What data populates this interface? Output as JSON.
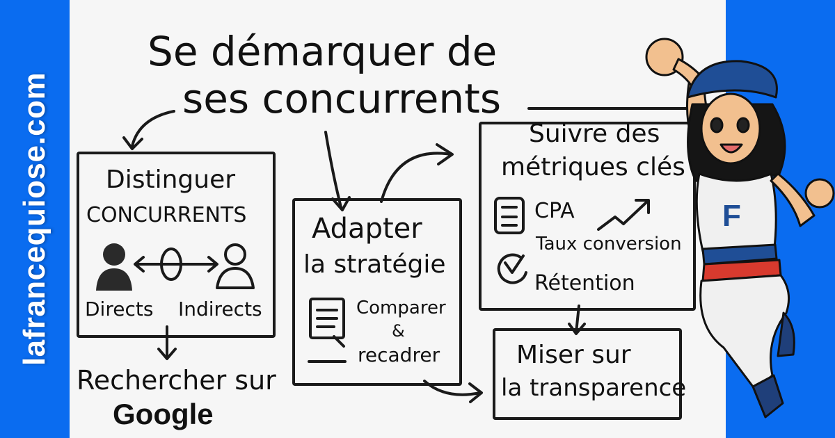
{
  "brand": {
    "text": "lafrancequiose.com",
    "color": "#0a6cf0"
  },
  "title": {
    "line1": "Se démarquer de",
    "line2": "ses concurrents"
  },
  "boxes": {
    "distinguer": {
      "title": "Distinguer",
      "subtitle": "CONCURRENTS",
      "left_label": "Directs",
      "right_label": "Indirects"
    },
    "rechercher": {
      "line1": "Rechercher sur",
      "line2": "Google"
    },
    "adapter": {
      "line1": "Adapter",
      "line2": "la stratégie",
      "item1": "Comparer",
      "item2": "&",
      "item3": "recadrer"
    },
    "metriques": {
      "line1": "Suivre des",
      "line2": "métriques clés",
      "items": [
        "CPA",
        "Taux conversion",
        "Rétention"
      ]
    },
    "transparence": {
      "line1": "Miser sur",
      "line2": "la transparence"
    }
  },
  "mascot": {
    "shirt_letter": "F",
    "colors": {
      "blue": "#1f4e96",
      "red": "#d83a2e",
      "skin": "#f2c08f",
      "hair": "#151515"
    }
  }
}
